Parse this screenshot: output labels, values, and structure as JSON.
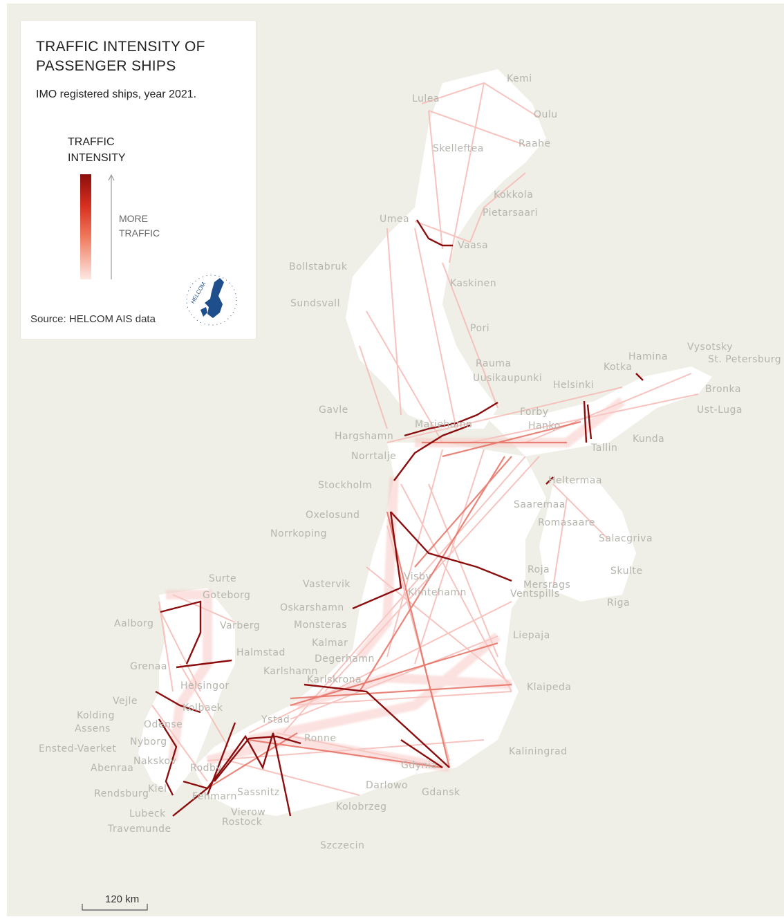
{
  "title_line1": "TRAFFIC INTENSITY OF",
  "title_line2": "PASSENGER SHIPS",
  "subtitle": "IMO registered ships, year 2021.",
  "legend": {
    "key_title_line1": "TRAFFIC",
    "key_title_line2": "INTENSITY",
    "more_line1": "MORE",
    "more_line2": "TRAFFIC",
    "gradient_colors": [
      "#8b0d0d",
      "#d7301f",
      "#f07a5e",
      "#fde8e3"
    ]
  },
  "source": "Source: HELCOM AIS data",
  "logo_text": "HELCOM",
  "scale_bar": "120 km",
  "colors": {
    "land": "#efefe7",
    "sea": "#ffffff",
    "route_low": "#f6b9b5",
    "route_high": "#8b0d0d",
    "label": "#b5b5ad",
    "logo": "#1f4e8c"
  },
  "places": [
    {
      "name": "Kemi"
    },
    {
      "name": "Lulea"
    },
    {
      "name": "Oulu"
    },
    {
      "name": "Raahe"
    },
    {
      "name": "Skelleftea"
    },
    {
      "name": "Kokkola"
    },
    {
      "name": "Pietarsaari"
    },
    {
      "name": "Umea"
    },
    {
      "name": "Vaasa"
    },
    {
      "name": "Bollstabruk"
    },
    {
      "name": "Kaskinen"
    },
    {
      "name": "Sundsvall"
    },
    {
      "name": "Pori"
    },
    {
      "name": "Rauma"
    },
    {
      "name": "Uusikaupunki"
    },
    {
      "name": "Hamina"
    },
    {
      "name": "Vysotsky"
    },
    {
      "name": "St. Petersburg"
    },
    {
      "name": "Kotka"
    },
    {
      "name": "Helsinki"
    },
    {
      "name": "Bronka"
    },
    {
      "name": "Gavle"
    },
    {
      "name": "Forby"
    },
    {
      "name": "Ust-Luga"
    },
    {
      "name": "Mariehamn"
    },
    {
      "name": "Hanko"
    },
    {
      "name": "Hargshamn"
    },
    {
      "name": "Kunda"
    },
    {
      "name": "Tallin"
    },
    {
      "name": "Norrtalje"
    },
    {
      "name": "Heltermaa"
    },
    {
      "name": "Stockholm"
    },
    {
      "name": "Saaremaa"
    },
    {
      "name": "Oxelosund"
    },
    {
      "name": "Romasaare"
    },
    {
      "name": "Norrkoping"
    },
    {
      "name": "Salacgriva"
    },
    {
      "name": "Surte"
    },
    {
      "name": "Roja"
    },
    {
      "name": "Skulte"
    },
    {
      "name": "Visby"
    },
    {
      "name": "Vastervik"
    },
    {
      "name": "Mersrags"
    },
    {
      "name": "Goteborg"
    },
    {
      "name": "Klintehamn"
    },
    {
      "name": "Ventspills"
    },
    {
      "name": "Riga"
    },
    {
      "name": "Oskarshamn"
    },
    {
      "name": "Aalborg"
    },
    {
      "name": "Varberg"
    },
    {
      "name": "Monsteras"
    },
    {
      "name": "Liepaja"
    },
    {
      "name": "Kalmar"
    },
    {
      "name": "Halmstad"
    },
    {
      "name": "Degerhamn"
    },
    {
      "name": "Grenaa"
    },
    {
      "name": "Karlshamn"
    },
    {
      "name": "Karlskrona"
    },
    {
      "name": "Klaipeda"
    },
    {
      "name": "Helsingor"
    },
    {
      "name": "Vejle"
    },
    {
      "name": "Kolbaek"
    },
    {
      "name": "Kolding"
    },
    {
      "name": "Assens"
    },
    {
      "name": "Ystad"
    },
    {
      "name": "Odense"
    },
    {
      "name": "Ensted-Vaerket"
    },
    {
      "name": "Nyborg"
    },
    {
      "name": "Ronne"
    },
    {
      "name": "Kaliningrad"
    },
    {
      "name": "Abenraa"
    },
    {
      "name": "Nakskov"
    },
    {
      "name": "Rodby"
    },
    {
      "name": "Gdynia"
    },
    {
      "name": "Rendsburg"
    },
    {
      "name": "Kiel"
    },
    {
      "name": "Darlowo"
    },
    {
      "name": "Gdansk"
    },
    {
      "name": "Fehmarn"
    },
    {
      "name": "Sassnitz"
    },
    {
      "name": "Kolobrzeg"
    },
    {
      "name": "Lubeck"
    },
    {
      "name": "Vierow"
    },
    {
      "name": "Rostock"
    },
    {
      "name": "Travemunde"
    },
    {
      "name": "Szczecin"
    }
  ]
}
